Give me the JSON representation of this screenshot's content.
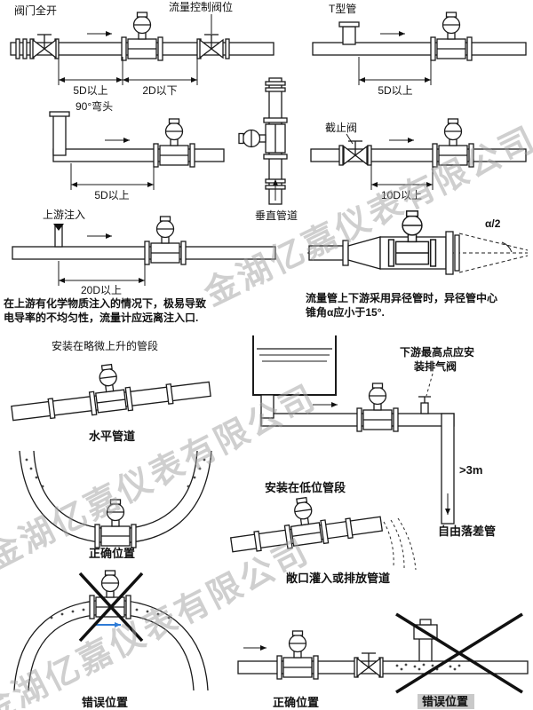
{
  "watermark": {
    "text": "金湖亿嘉仪表有限公司"
  },
  "d1": {
    "title": "阀门全开",
    "valve_label": "流量控制阀位",
    "dim1": "5D以上",
    "dim2": "2D以下"
  },
  "d2": {
    "title": "T型管",
    "dim1": "5D以上"
  },
  "d3": {
    "title": "90°弯头",
    "dim1": "5D以上"
  },
  "d4": {
    "title": "垂直管道"
  },
  "d5": {
    "title": "截止阀",
    "dim1": "10D以上"
  },
  "d6": {
    "title": "上游注入",
    "dim1": "20D以上"
  },
  "d7": {
    "angle": "α/2"
  },
  "notes": {
    "left1": "在上游有化学物质注入的情况下，极易导致",
    "left2": "电导率的不均匀性，流量计应远离注入口.",
    "right1": "流量管上下游采用异径管时，异径管中心",
    "right2": "锥角α应小于15°."
  },
  "d8": {
    "title": "安装在略微上升的管段",
    "caption": "水平管道"
  },
  "d9": {
    "caption": "正确位置"
  },
  "d10": {
    "note1": "下游最高点应安",
    "note2": "装排气阀",
    "low": "安装在低位管段",
    "height": ">3m",
    "fall": "自由落差管"
  },
  "d11": {
    "caption": "敞口灌入或排放管道"
  },
  "d12": {
    "caption": "错误位置"
  },
  "d13": {
    "correct": "正确位置",
    "wrong": "错误位置"
  }
}
